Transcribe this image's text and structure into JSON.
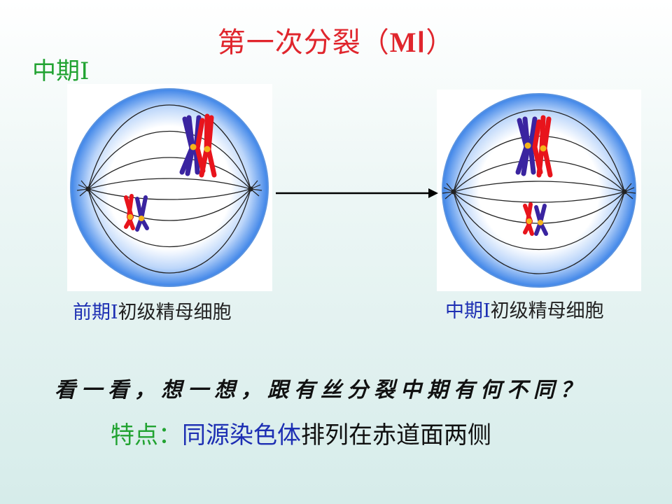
{
  "slide": {
    "title_prefix": "第一次分裂（",
    "title_bold": "MⅠ",
    "title_suffix": "）",
    "stage_label": "中期Ⅰ"
  },
  "figures": {
    "left": {
      "caption_stage": "前期Ⅰ",
      "caption_cell": "初级精母细胞"
    },
    "right": {
      "caption_stage": "中期Ⅰ",
      "caption_cell": "初级精母细胞"
    }
  },
  "question": "看一看，想一想，跟有丝分裂中期有何不同？",
  "feature": {
    "label": "特点：",
    "highlight": "同源染色体",
    "rest": "排列在赤道面两侧"
  },
  "colors": {
    "title": "#e0262d",
    "stage": "#22a332",
    "blue_text": "#1d2fb3",
    "chromosome_red": "#e8141c",
    "chromosome_purple": "#3a24a0",
    "centromere": "#f4b41a",
    "cell_blue": "#3d84e8"
  }
}
